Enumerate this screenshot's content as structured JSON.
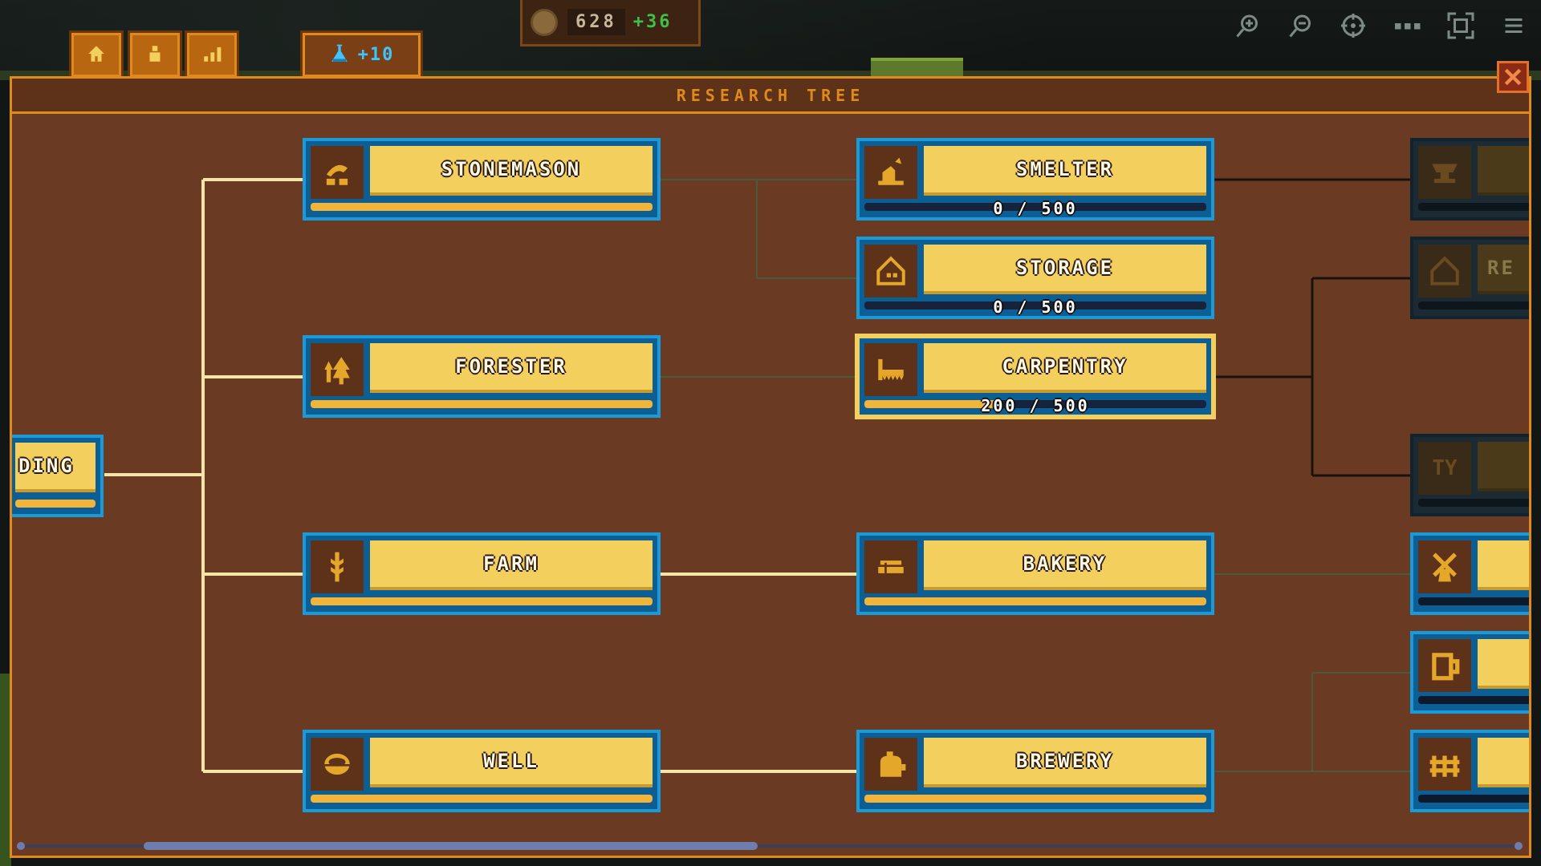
{
  "resources": {
    "coins": "628",
    "coin_income": "+36",
    "research_bonus": "+10"
  },
  "tabs": [
    {
      "icon": "house-icon"
    },
    {
      "icon": "worker-icon"
    },
    {
      "icon": "stats-icon"
    },
    {
      "icon": "flask-icon"
    }
  ],
  "toolbar": [
    {
      "icon": "zoom-in-icon"
    },
    {
      "icon": "zoom-out-icon"
    },
    {
      "icon": "recenter-icon"
    },
    {
      "icon": "more-icon"
    },
    {
      "icon": "fullscreen-icon"
    },
    {
      "icon": "menu-icon"
    }
  ],
  "panel": {
    "title": "RESEARCH TREE"
  },
  "nodes": {
    "building": {
      "label": "DING",
      "icon": "house-icon"
    },
    "stonemason": {
      "label": "STONEMASON",
      "icon": "stonemason-icon",
      "progress": 1
    },
    "forester": {
      "label": "FORESTER",
      "icon": "tree-icon",
      "progress": 1
    },
    "farm": {
      "label": "FARM",
      "icon": "wheat-icon",
      "progress": 1
    },
    "well": {
      "label": "WELL",
      "icon": "well-icon",
      "progress": 1
    },
    "smelter": {
      "label": "SMELTER",
      "icon": "smelter-icon",
      "progress_text": "0 / 500",
      "progress": 0
    },
    "storage": {
      "label": "STORAGE",
      "icon": "storehouse-icon",
      "progress_text": "0 / 500",
      "progress": 0
    },
    "carpentry": {
      "label": "CARPENTRY",
      "icon": "saw-icon",
      "progress_text": "200 / 500",
      "progress": 0.4
    },
    "bakery": {
      "label": "BAKERY",
      "icon": "bread-icon",
      "progress": 1
    },
    "brewery": {
      "label": "BREWERY",
      "icon": "kettle-icon",
      "progress": 1
    },
    "locked_anvil": {
      "icon": "anvil-icon"
    },
    "locked_re": {
      "label": "RE",
      "icon": "storehouse-icon"
    },
    "locked_ty": {
      "label": "TY",
      "icon": "table-icon"
    },
    "windmill": {
      "icon": "windmill-icon"
    },
    "tavern": {
      "icon": "mug-icon"
    },
    "fence": {
      "icon": "fence-icon"
    }
  },
  "colors": {
    "accent": "#e08a1d",
    "panel_bg": "#6b3a22",
    "node_border": "#1c9ad8",
    "node_label_bg": "#f3cf5e",
    "link_active": "#f5e6a8",
    "link_inactive": "#4a5a3a",
    "link_dark": "#1a120c",
    "research_blue": "#3ec4ff",
    "income_green": "#3fc04a"
  }
}
